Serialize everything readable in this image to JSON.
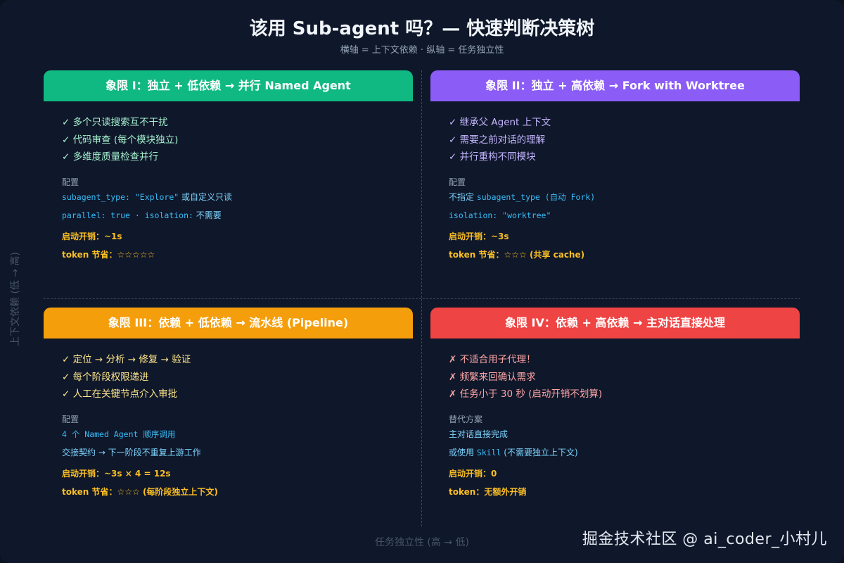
{
  "title": "该用 Sub-agent 吗？— 快速判断决策树",
  "subtitle": "横轴 = 上下文依赖 · 纵轴 = 任务独立性",
  "axis": {
    "y_label": "上下文依赖 (低 → 高)",
    "x_label": "任务独立性 (高 → 低)"
  },
  "watermark": "掘金技术社区 @ ai_coder_小村儿",
  "colors": {
    "q1": "#10b981",
    "q2": "#8b5cf6",
    "q3": "#f59e0b",
    "q4": "#ef4444"
  },
  "quadrants": [
    {
      "title": "象限 I：独立 + 低依赖 → 并行 Named Agent",
      "bullets": [
        "✓ 多个只读搜索互不干扰",
        "✓ 代码审查 (每个模块独立)",
        "✓ 多维度质量检查并行"
      ],
      "section": "配置",
      "config": [
        [
          {
            "t": "subagent_type: \"Explore\"",
            "mono": true
          },
          {
            "t": " 或自定义只读",
            "mono": false
          }
        ],
        [
          {
            "t": "parallel: true · isolation:",
            "mono": true
          },
          {
            "t": " 不需要",
            "mono": false
          }
        ]
      ],
      "startup": "启动开销：~1s",
      "token": "token 节省：☆☆☆☆☆"
    },
    {
      "title": "象限 II：独立 + 高依赖 → Fork with Worktree",
      "bullets": [
        "✓ 继承父 Agent 上下文",
        "✓ 需要之前对话的理解",
        "✓ 并行重构不同模块"
      ],
      "section": "配置",
      "config": [
        [
          {
            "t": "不指定 ",
            "mono": false
          },
          {
            "t": "subagent_type (自动 Fork)",
            "mono": true
          }
        ],
        [
          {
            "t": "isolation: \"worktree\"",
            "mono": true
          }
        ]
      ],
      "startup": "启动开销：~3s",
      "token": "token 节省：☆☆☆ (共享 cache)"
    },
    {
      "title": "象限 III：依赖 + 低依赖 → 流水线 (Pipeline)",
      "bullets": [
        "✓ 定位 → 分析 → 修复 → 验证",
        "✓ 每个阶段权限递进",
        "✓ 人工在关键节点介入审批"
      ],
      "section": "配置",
      "config": [
        [
          {
            "t": "4 个 Named Agent 顺序调用",
            "mono": true
          }
        ],
        [
          {
            "t": "交接契约 → 下一阶段不重复上游工作",
            "mono": false
          }
        ]
      ],
      "startup": "启动开销：~3s × 4 = 12s",
      "token": "token 节省：☆☆☆ (每阶段独立上下文)"
    },
    {
      "title": "象限 IV：依赖 + 高依赖 → 主对话直接处理",
      "bullets": [
        "✗ 不适合用子代理！",
        "✗ 频繁来回确认需求",
        "✗ 任务小于 30 秒 (启动开销不划算)"
      ],
      "section": "替代方案",
      "config": [
        [
          {
            "t": "主对话直接完成",
            "mono": false
          }
        ],
        [
          {
            "t": "或使用 ",
            "mono": false
          },
          {
            "t": "Skill",
            "mono": true
          },
          {
            "t": " (不需要独立上下文)",
            "mono": false
          }
        ]
      ],
      "startup": "启动开销：0",
      "token": "token：无额外开销"
    }
  ]
}
